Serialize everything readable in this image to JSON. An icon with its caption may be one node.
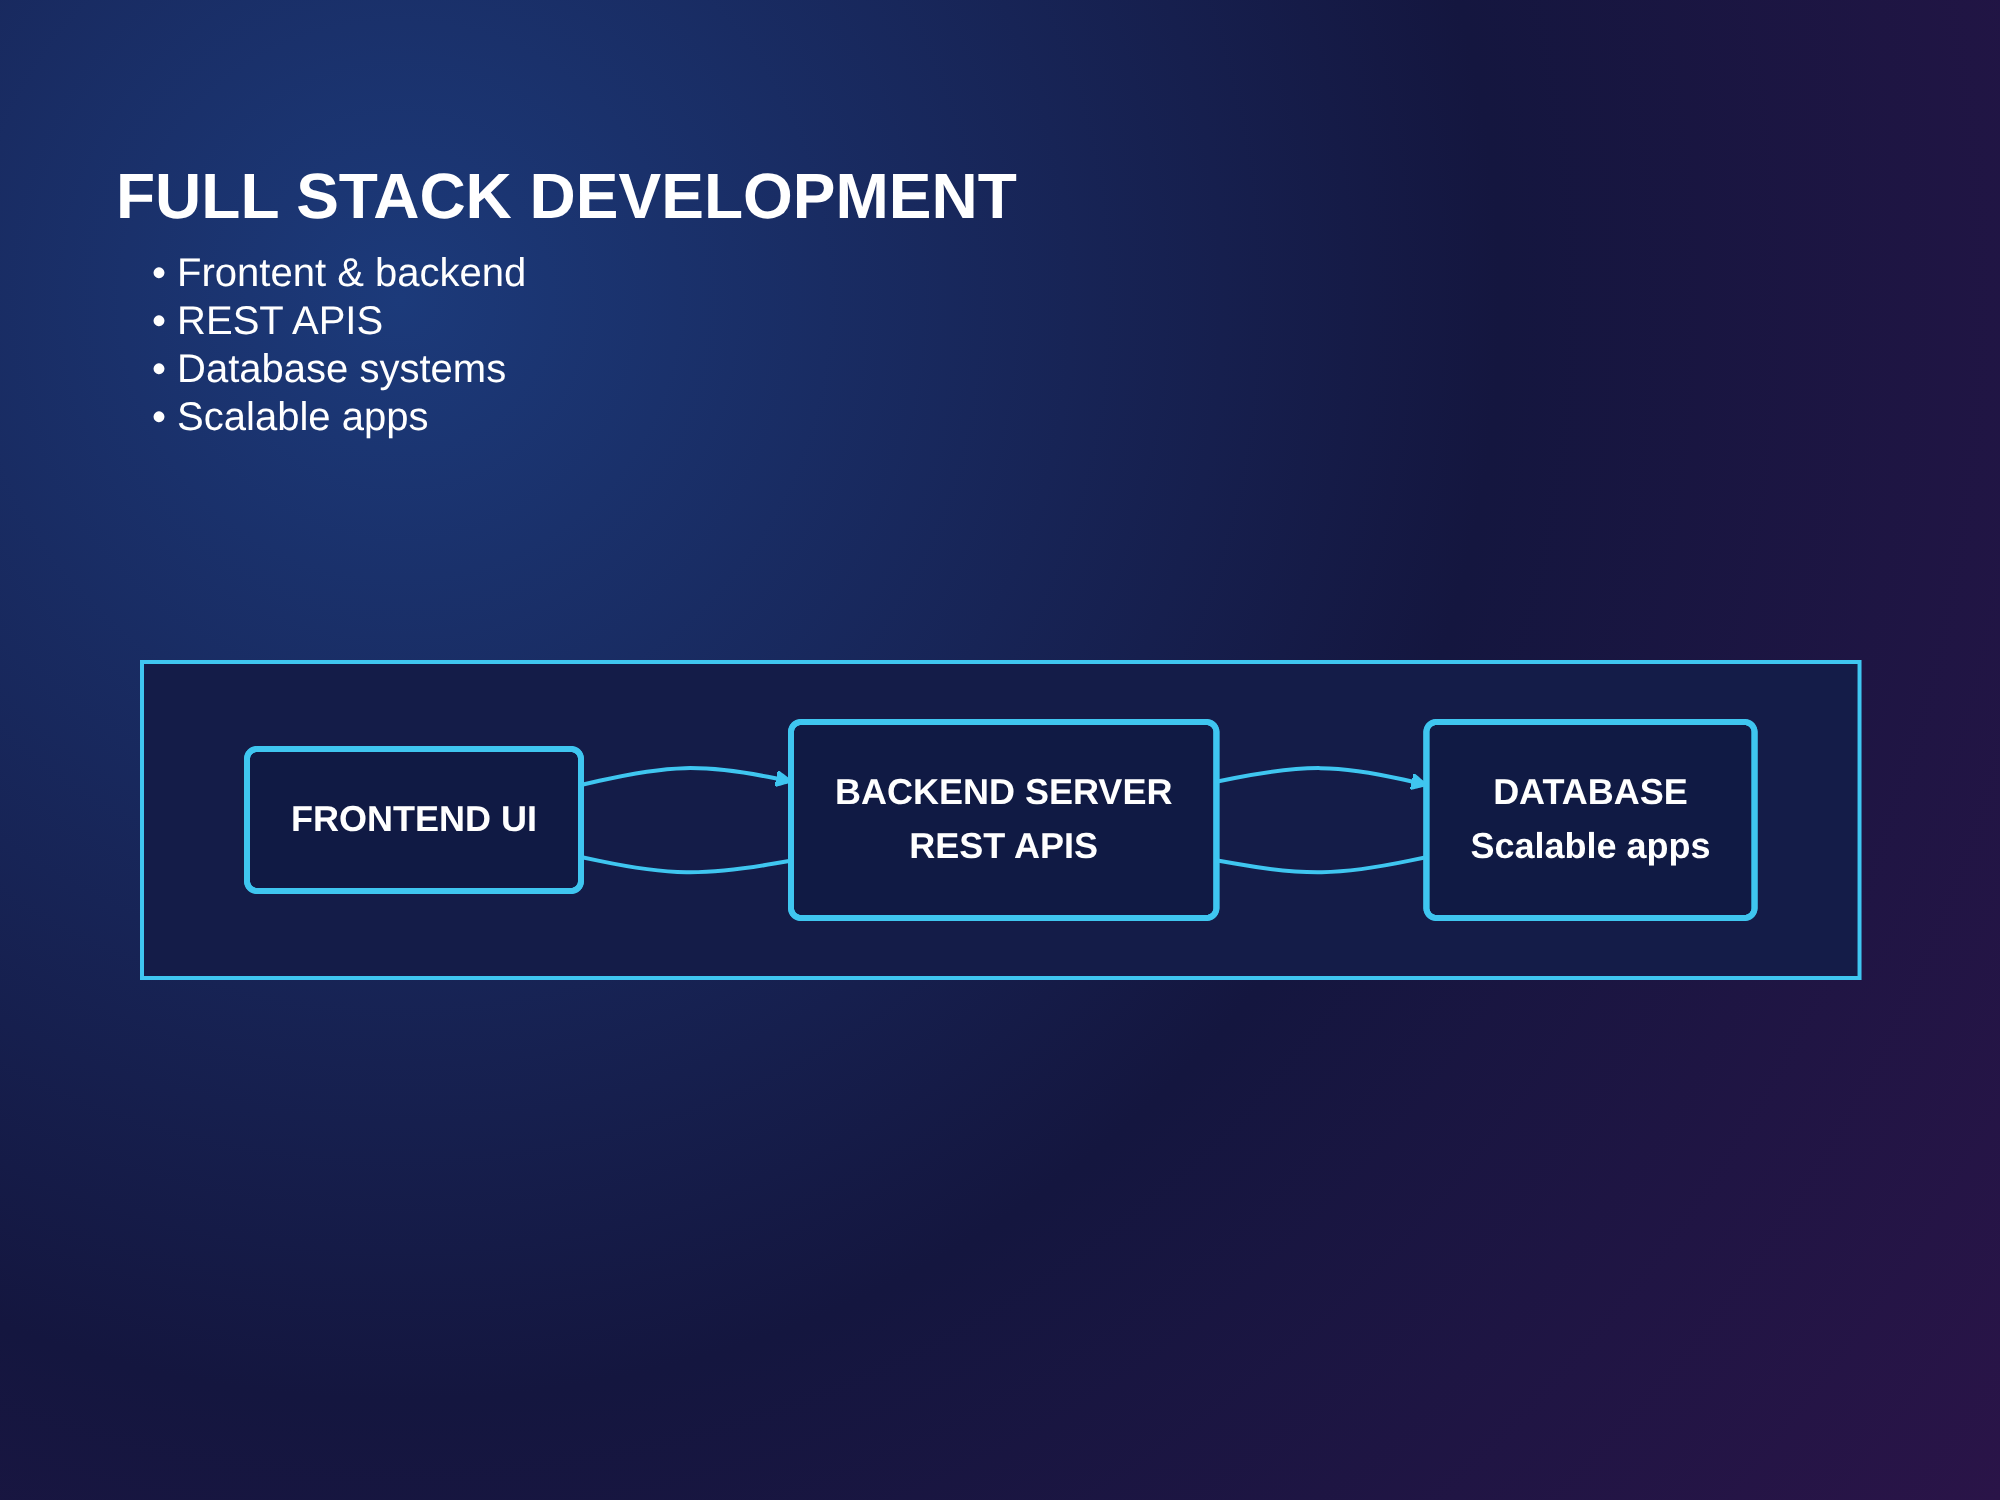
{
  "diagram": {
    "title": "FULL STACK DEVELOPMENT",
    "nodes": [
      {
        "text": [],
        "shape": "box"
      },
      {
        "text": [
          "FRONTEND UI"
        ],
        "in": 0
      },
      {
        "text": [
          "BACKEND SERVER",
          "REST APIS"
        ],
        "in": 0
      },
      {
        "text": [
          "DATABASE",
          "Scalable apps"
        ],
        "in": 0
      }
    ],
    "edges": [
      {
        "from": 1,
        "to": 2,
        "arrow": "to"
      },
      {
        "from": 2,
        "to": 3,
        "arrow": "to"
      },
      {
        "from": 1,
        "to": 2,
        "arrow": "none"
      },
      {
        "from": 3,
        "to": 2,
        "arrow": "none"
      }
    ],
    "labels": [
      "• Frontent & backend",
      "• REST APIS",
      "• Database systems",
      "• Scalable apps"
    ]
  }
}
